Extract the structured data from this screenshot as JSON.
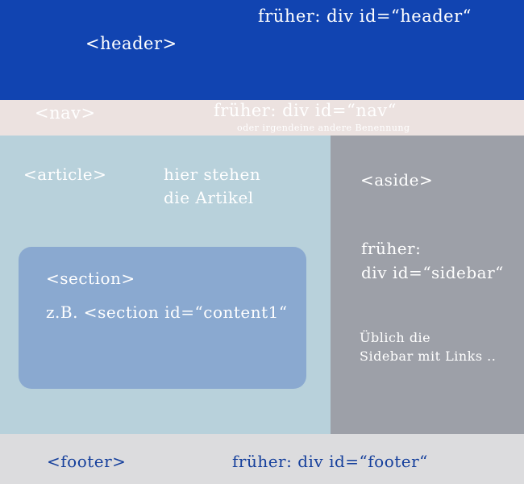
{
  "header": {
    "tag": "<header>",
    "note": "früher: div id=“header“"
  },
  "nav": {
    "tag": "<nav>",
    "note": "früher: div id=“nav“",
    "subnote": "oder irgendeine andere Benennung"
  },
  "article": {
    "tag": "<article>",
    "note_line1": "hier stehen",
    "note_line2": "die Artikel"
  },
  "section": {
    "tag": "<section>",
    "note": "z.B. <section id=“content1“"
  },
  "aside": {
    "tag": "<aside>",
    "note_line1": "früher:",
    "note_line2": "div id=“sidebar“",
    "desc_line1": "Üblich die",
    "desc_line2": "Sidebar mit Links .."
  },
  "footer": {
    "tag": "<footer>",
    "note": "früher: div id=“footer“"
  },
  "colors": {
    "header_bg": "#1144b1",
    "nav_bg": "#ece2e0",
    "article_bg": "#b8d1db",
    "section_bg": "#8aa9d0",
    "aside_bg": "#9da0a8",
    "footer_bg": "#dcdcde",
    "footer_text": "#16409c"
  }
}
